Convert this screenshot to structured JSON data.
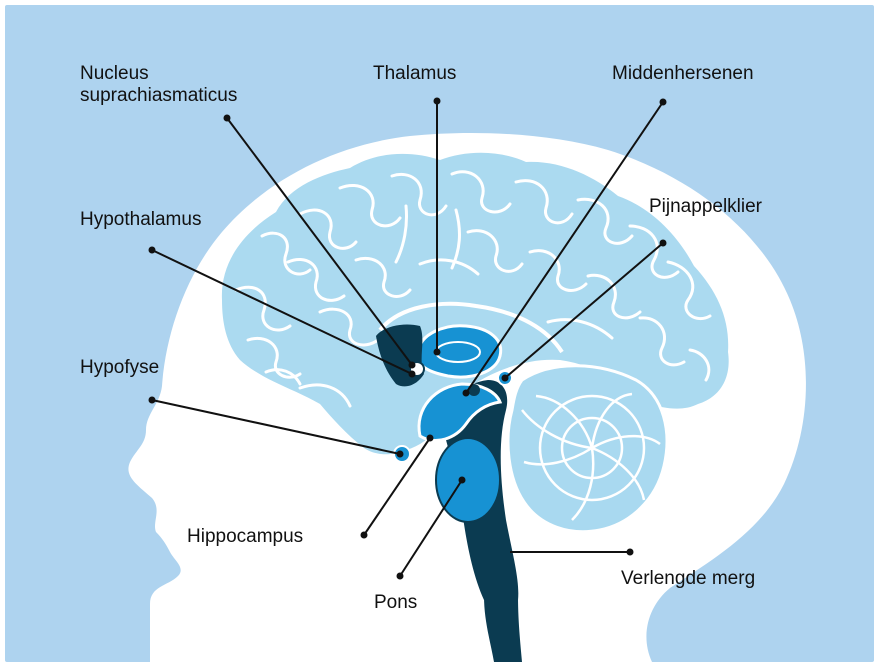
{
  "colors": {
    "background": "#aed3ef",
    "head": "#ffffff",
    "cerebrum": "#abdaf0",
    "cerebellum": "#a9d9f0",
    "brainstem": "#0b3b51",
    "structure_accent": "#1792d3",
    "leader_line": "#111111"
  },
  "labels": {
    "nucleus_line1": "Nucleus",
    "nucleus_line2": "suprachiasmaticus",
    "thalamus": "Thalamus",
    "middenhersenen": "Middenhersenen",
    "hypothalamus": "Hypothalamus",
    "pijnappelklier": "Pijnappelklier",
    "hypofyse": "Hypofyse",
    "hippocampus": "Hippocampus",
    "pons": "Pons",
    "verlengde_merg": "Verlengde merg"
  }
}
